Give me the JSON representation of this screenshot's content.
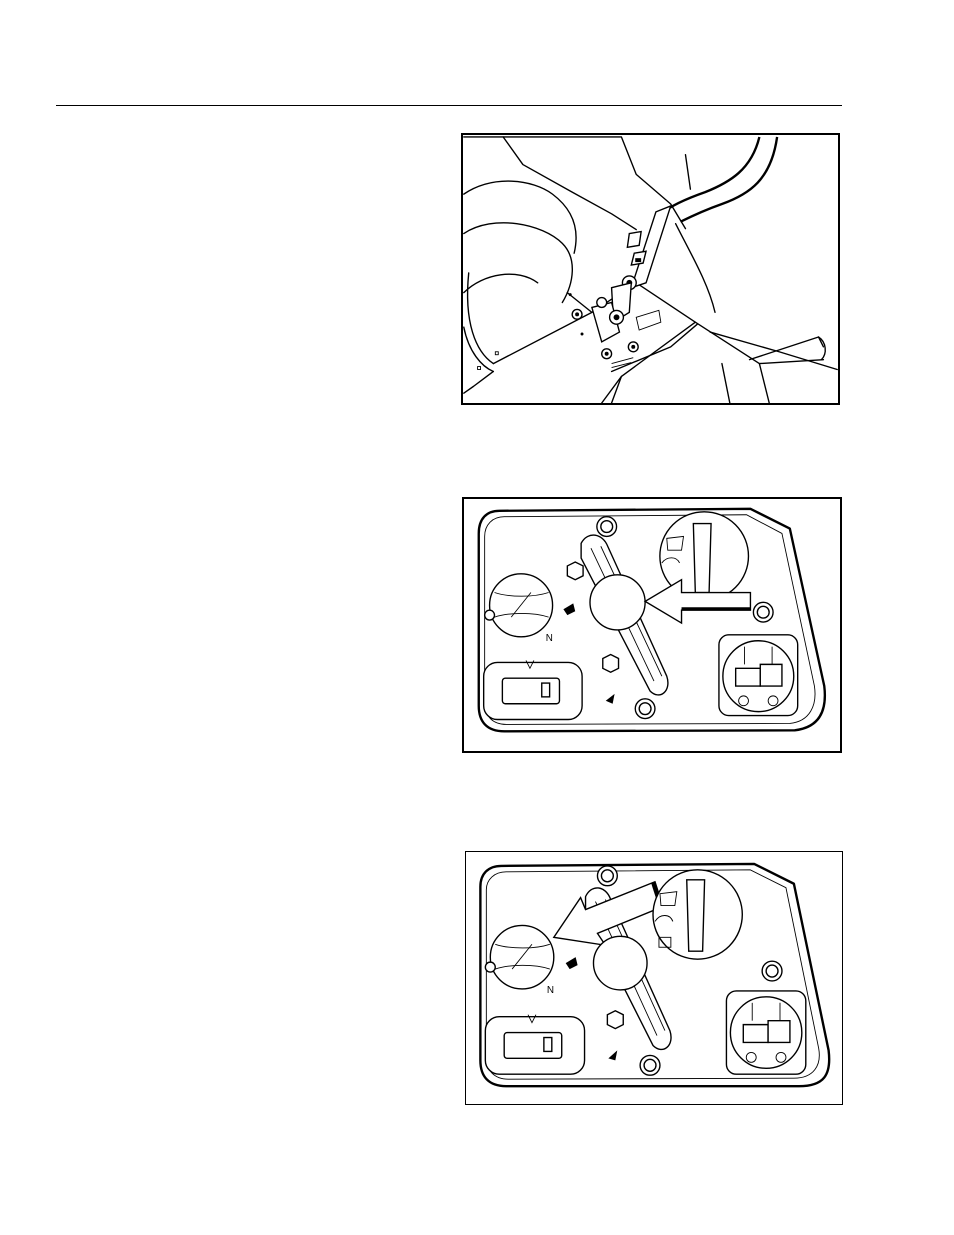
{
  "figures": [
    {
      "id": "fig1",
      "subject": "seat-side-control-lever-assembly"
    },
    {
      "id": "fig2",
      "subject": "control-panel-arrow-pointing-to-lever-knob"
    },
    {
      "id": "fig3",
      "subject": "control-panel-arrow-pointing-to-neutral-dial"
    }
  ],
  "panel_symbols": {
    "neutral_letter": "N"
  }
}
